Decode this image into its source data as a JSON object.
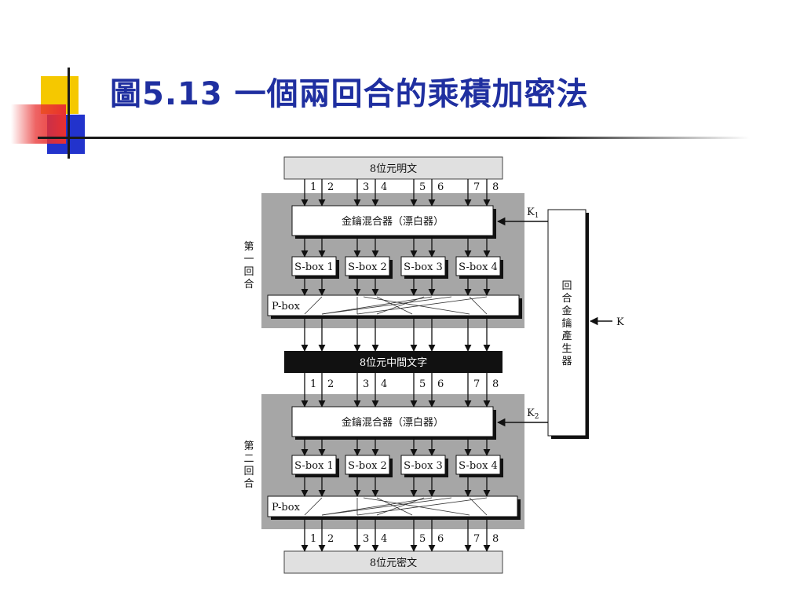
{
  "slide": {
    "title": "圖5.13 一個兩回合的乘積加密法"
  },
  "diagram": {
    "plaintext": "8位元明文",
    "intermediate": "8位元中間文字",
    "ciphertext": "8位元密文",
    "mixer_label": "金鑰混合器（漂白器）",
    "round1_label": "第一回合",
    "round2_label": "第二回合",
    "key_generator": "回合金鑰產生器",
    "key": "K",
    "k1": "K",
    "k1_sub": "1",
    "k2": "K",
    "k2_sub": "2",
    "pbox": "P-box",
    "sboxes": [
      "S-box 1",
      "S-box 2",
      "S-box 3",
      "S-box 4"
    ],
    "bits": [
      "1",
      "2",
      "3",
      "4",
      "5",
      "6",
      "7",
      "8"
    ]
  },
  "colors": {
    "title": "#1f2fa0",
    "round_bg": "#a6a6a6",
    "text_box_bg": "#e0e0e0",
    "intermediate_bg": "#111111",
    "deco_yellow": "#f5c800",
    "deco_blue": "#2233cc",
    "deco_red": "#e83030"
  }
}
